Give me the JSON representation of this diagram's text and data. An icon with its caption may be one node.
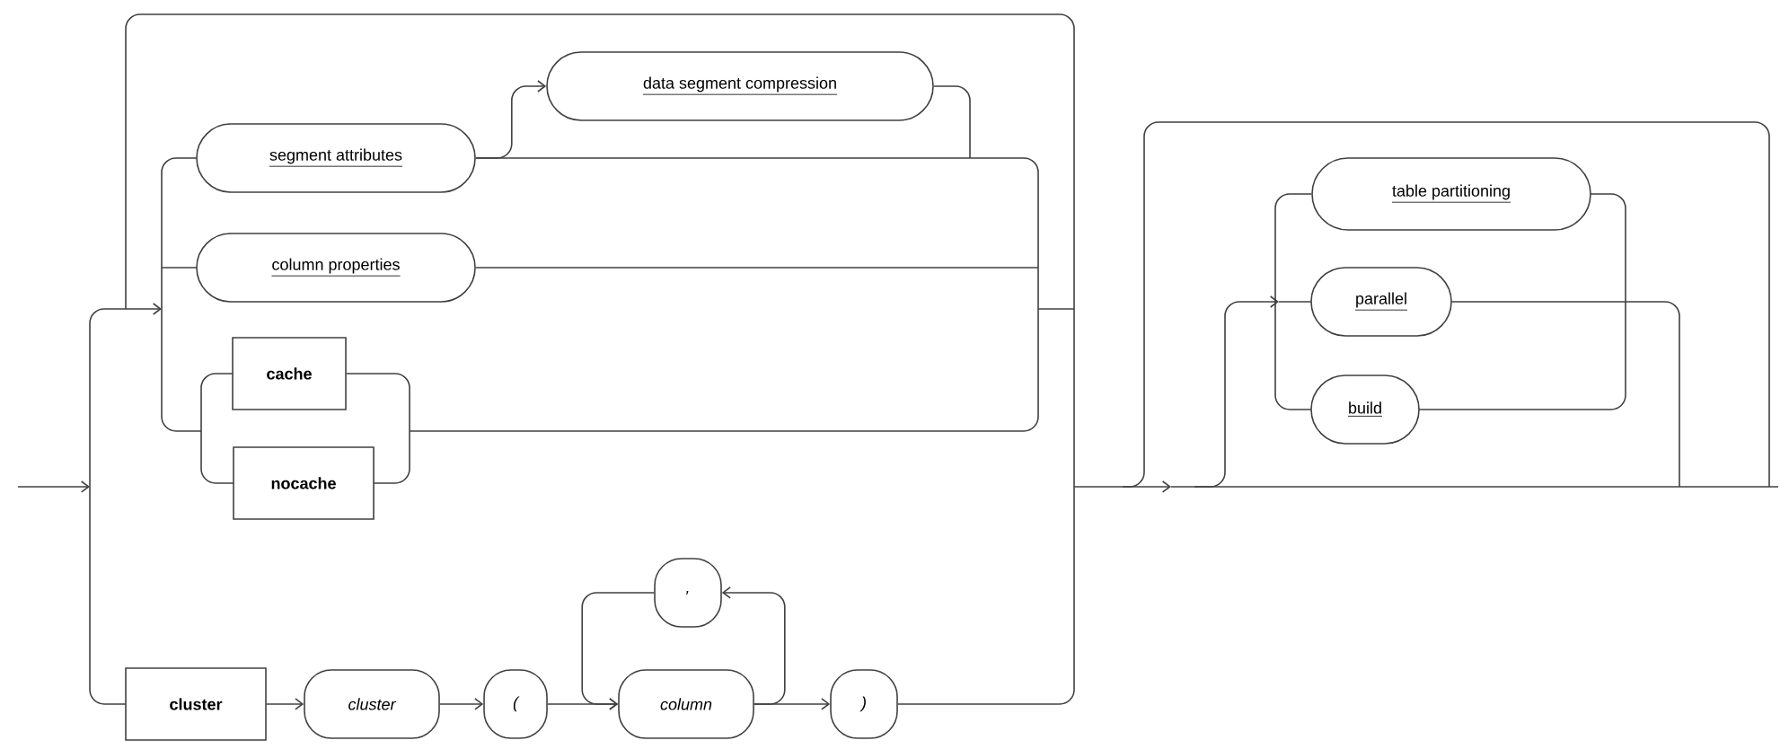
{
  "diagram": {
    "nodes": [
      {
        "text": [
          "segment attributes"
        ]
      },
      {
        "text": [
          "data segment compression"
        ]
      },
      {
        "text": [
          "column properties"
        ]
      },
      {
        "text": [
          "cache"
        ]
      },
      {
        "text": [
          "nocache"
        ]
      },
      {
        "text": [
          "cluster"
        ]
      },
      {
        "text": [
          "cluster"
        ]
      },
      {
        "text": [
          "("
        ]
      },
      {
        "text": [
          ","
        ]
      },
      {
        "text": [
          "column"
        ]
      },
      {
        "text": [
          ")"
        ]
      },
      {
        "text": [
          "table partitioning"
        ]
      },
      {
        "text": [
          "parallel"
        ]
      },
      {
        "text": [
          "build"
        ]
      }
    ],
    "edges": [
      {
        "from": 0,
        "to": 1,
        "arrow": "to"
      },
      {
        "from": 5,
        "to": 6,
        "arrow": "to"
      },
      {
        "from": 6,
        "to": 7,
        "arrow": "to"
      },
      {
        "from": 7,
        "to": 9,
        "arrow": "to"
      },
      {
        "from": 9,
        "to": 10,
        "arrow": "to"
      },
      {
        "from": 9,
        "to": 8,
        "arrow": "to"
      },
      {
        "from": 8,
        "to": 9,
        "arrow": "to"
      }
    ]
  }
}
